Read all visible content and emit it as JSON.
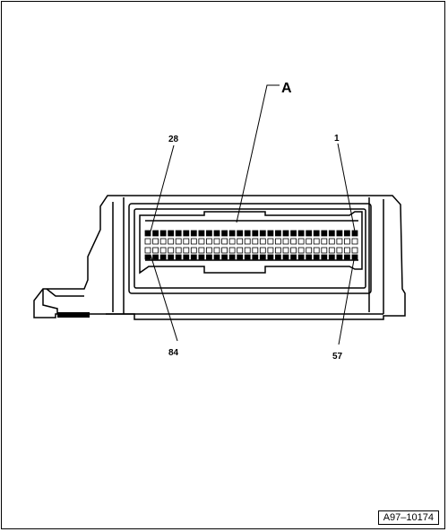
{
  "callouts": {
    "component_letter": "A",
    "pin_top_left": "28",
    "pin_top_right": "1",
    "pin_bottom_left": "84",
    "pin_bottom_right": "57"
  },
  "figure_id": "A97–10174"
}
